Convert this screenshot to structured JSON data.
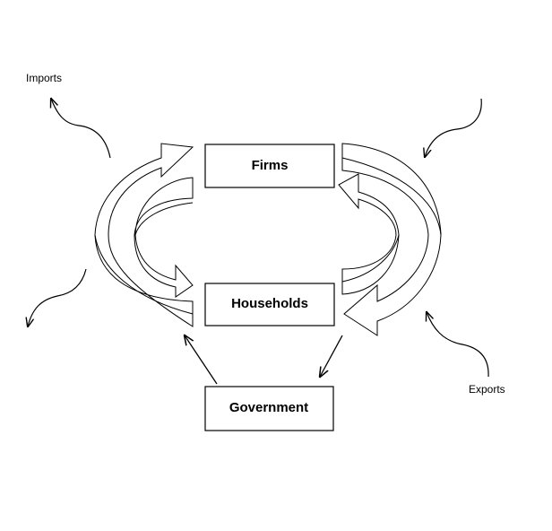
{
  "nodes": {
    "firms": "Firms",
    "households": "Households",
    "government": "Government"
  },
  "labels": {
    "imports": "Imports",
    "exports": "Exports"
  },
  "colors": {
    "stroke": "#000000",
    "fill": "#ffffff"
  }
}
